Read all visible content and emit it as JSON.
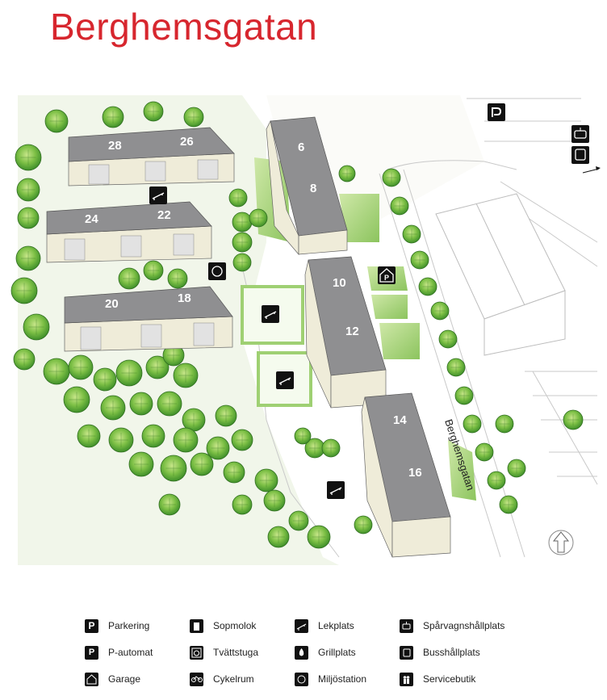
{
  "title": "Berghemsgatan",
  "street_label": "Berghemsgatan",
  "buildings": [
    {
      "num": "28"
    },
    {
      "num": "26"
    },
    {
      "num": "24"
    },
    {
      "num": "22"
    },
    {
      "num": "20"
    },
    {
      "num": "18"
    },
    {
      "num": "6"
    },
    {
      "num": "8"
    },
    {
      "num": "10"
    },
    {
      "num": "12"
    },
    {
      "num": "14"
    },
    {
      "num": "16"
    }
  ],
  "legend": [
    {
      "label": "Parkering",
      "icon": "parking-icon"
    },
    {
      "label": "P-automat",
      "icon": "parking-meter-icon"
    },
    {
      "label": "Garage",
      "icon": "garage-icon"
    },
    {
      "label": "Sopmolok",
      "icon": "waste-bin-icon"
    },
    {
      "label": "Tvättstuga",
      "icon": "laundry-icon"
    },
    {
      "label": "Cykelrum",
      "icon": "bicycle-icon"
    },
    {
      "label": "Lekplats",
      "icon": "playground-icon"
    },
    {
      "label": "Grillplats",
      "icon": "grill-icon"
    },
    {
      "label": "Miljöstation",
      "icon": "recycling-icon"
    },
    {
      "label": "Spårvagnshållplats",
      "icon": "tram-stop-icon"
    },
    {
      "label": "Busshållplats",
      "icon": "bus-stop-icon"
    },
    {
      "label": "Servicebutik",
      "icon": "service-shop-icon"
    }
  ],
  "colors": {
    "title": "#d7262e",
    "roof": "#8f8f91",
    "wall": "#efecd9",
    "grass": "#9fd073",
    "tree": "#5dab3a"
  }
}
